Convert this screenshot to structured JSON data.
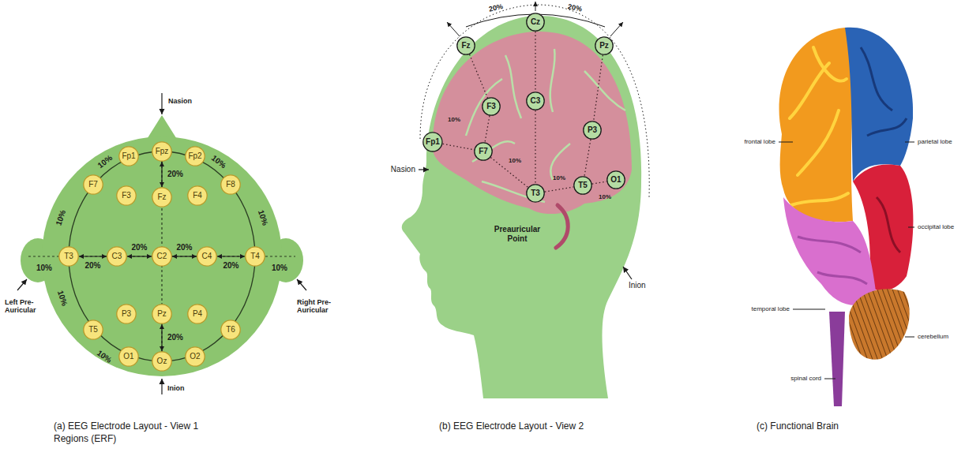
{
  "diagram": {
    "nodes": [
      {
        "text": [
          "Fp1"
        ]
      },
      {
        "text": [
          "Fpz"
        ]
      },
      {
        "text": [
          "Fp2"
        ]
      },
      {
        "text": [
          "F7"
        ]
      },
      {
        "text": [
          "F3"
        ]
      },
      {
        "text": [
          "Fz"
        ]
      },
      {
        "text": [
          "F4"
        ]
      },
      {
        "text": [
          "F8"
        ]
      },
      {
        "text": [
          "T3"
        ]
      },
      {
        "text": [
          "C3"
        ]
      },
      {
        "text": [
          "C2"
        ]
      },
      {
        "text": [
          "C4"
        ]
      },
      {
        "text": [
          "T4"
        ]
      },
      {
        "text": [
          "P3"
        ]
      },
      {
        "text": [
          "Pz"
        ]
      },
      {
        "text": [
          "P4"
        ]
      },
      {
        "text": [
          "T5"
        ]
      },
      {
        "text": [
          "T6"
        ]
      },
      {
        "text": [
          "O1"
        ]
      },
      {
        "text": [
          "Oz"
        ]
      },
      {
        "text": [
          "O2"
        ]
      },
      {
        "text": [
          "Fz"
        ]
      },
      {
        "text": [
          "Cz"
        ]
      },
      {
        "text": [
          "Pz"
        ]
      },
      {
        "text": [
          "F3"
        ]
      },
      {
        "text": [
          "C3"
        ]
      },
      {
        "text": [
          "P3"
        ]
      },
      {
        "text": [
          "Fp1"
        ]
      },
      {
        "text": [
          "F7"
        ]
      },
      {
        "text": [
          "T3"
        ]
      },
      {
        "text": [
          "T5"
        ]
      },
      {
        "text": [
          "O1"
        ]
      }
    ],
    "edges": [
      {
        "from": 8,
        "to": 9,
        "arrow": "both",
        "label": "20%"
      },
      {
        "from": 9,
        "to": 10,
        "arrow": "both",
        "label": "20%"
      },
      {
        "from": 10,
        "to": 11,
        "arrow": "both",
        "label": "20%"
      },
      {
        "from": 11,
        "to": 12,
        "arrow": "both",
        "label": "20%"
      },
      {
        "from": 1,
        "to": 5,
        "arrow": "both",
        "label": "20%"
      },
      {
        "from": 14,
        "to": 19,
        "arrow": "both",
        "label": "20%"
      },
      {
        "from": 21,
        "to": 24,
        "arrow": "none"
      },
      {
        "from": 24,
        "to": 28,
        "arrow": "none"
      },
      {
        "from": 22,
        "to": 25,
        "arrow": "none"
      },
      {
        "from": 25,
        "to": 29,
        "arrow": "none"
      },
      {
        "from": 23,
        "to": 26,
        "arrow": "none"
      },
      {
        "from": 26,
        "to": 30,
        "arrow": "none"
      },
      {
        "from": 27,
        "to": 28,
        "arrow": "none"
      },
      {
        "from": 28,
        "to": 29,
        "arrow": "none"
      },
      {
        "from": 29,
        "to": 30,
        "arrow": "none"
      },
      {
        "from": 30,
        "to": 31,
        "arrow": "none"
      }
    ],
    "labels": [
      "Nasion",
      "Inion",
      "Left Pre-Auricular",
      "Right Pre-Auricular",
      "10%",
      "10%",
      "10%",
      "10%",
      "10%",
      "10%",
      "10%",
      "10%",
      "20%",
      "20%",
      "10%",
      "10%",
      "10%",
      "10%",
      "Nasion",
      "Preauricular Point",
      "Inion",
      "frontal lobe",
      "parietal lobe",
      "occipital lobe",
      "temporal lobe",
      "cerebellum",
      "spinal cord",
      "(a) EEG Electrode Layout - View 1",
      "Regions (ERF)",
      "(b) EEG Electrode Layout - View 2",
      "(c) Functional Brain"
    ]
  }
}
